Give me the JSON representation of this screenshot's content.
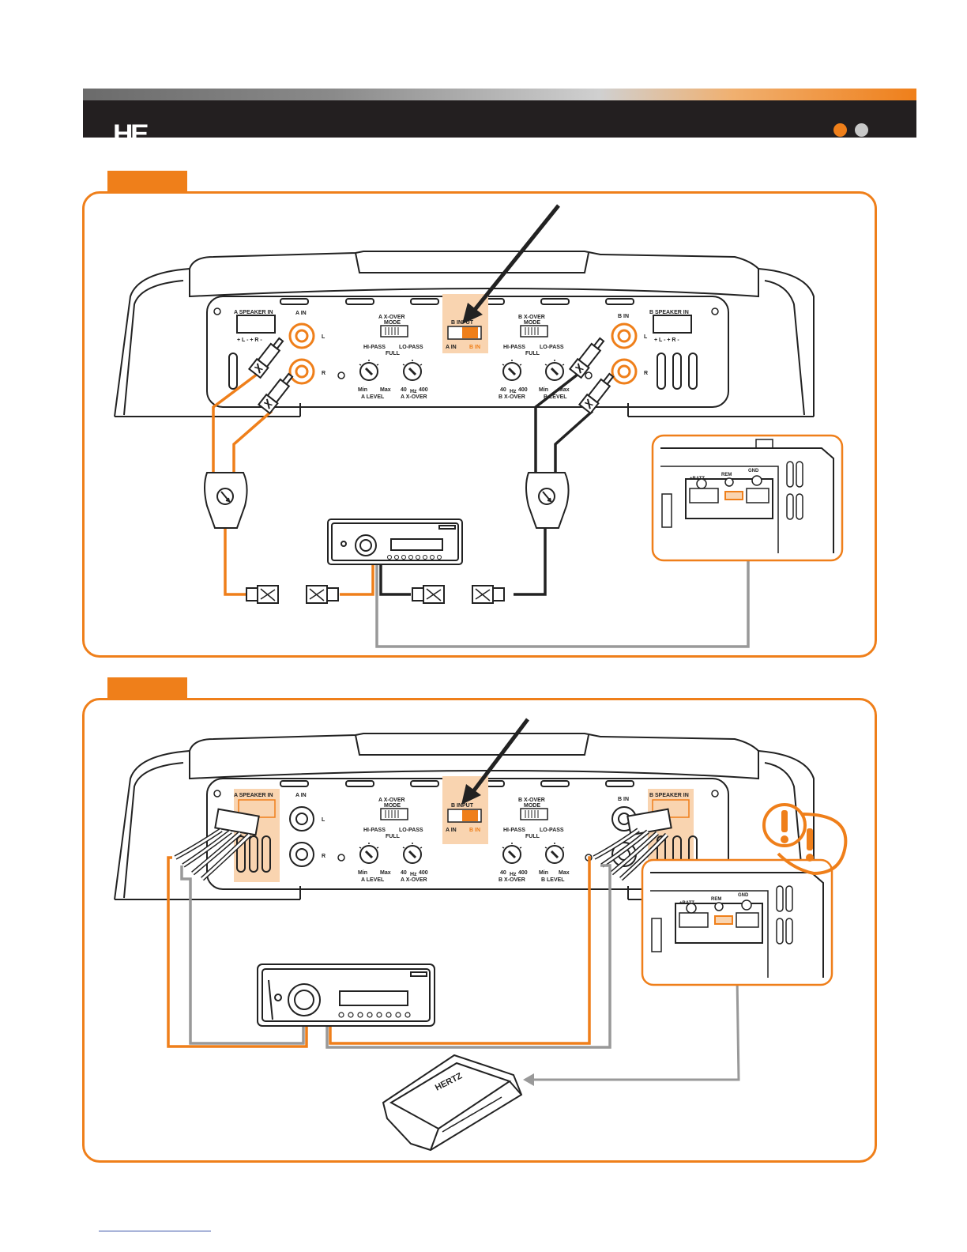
{
  "header": {
    "logo_text": "HE",
    "colors": {
      "accent": "#ef7f1a",
      "dark": "#231f20",
      "dot_grey": "#c8c8c8"
    }
  },
  "amp_labels": {
    "a_speaker_in": "A SPEAKER IN",
    "b_speaker_in": "B SPEAKER IN",
    "speaker_polarity": "+ L -  + R -",
    "a_in": "A IN",
    "b_in": "B IN",
    "left": "L",
    "right": "R",
    "a_xover_mode_1": "A X-OVER",
    "b_xover_mode_1": "B X-OVER",
    "mode": "MODE",
    "hi_pass": "HI-PASS",
    "lo_pass": "LO-PASS",
    "full": "FULL",
    "b_input": "B INPUT",
    "a_in_small": "A IN",
    "b_in_small": "B IN",
    "min": "Min",
    "max": "Max",
    "a_level": "A LEVEL",
    "b_level": "B LEVEL",
    "freq_low": "40",
    "hz": "Hz",
    "freq_high": "400",
    "a_xover": "A X-OVER",
    "b_xover": "B X-OVER"
  },
  "inset_labels": {
    "batt": "+BATT",
    "rem": "REM",
    "gnd": "GND"
  },
  "brand": "HERTZ"
}
